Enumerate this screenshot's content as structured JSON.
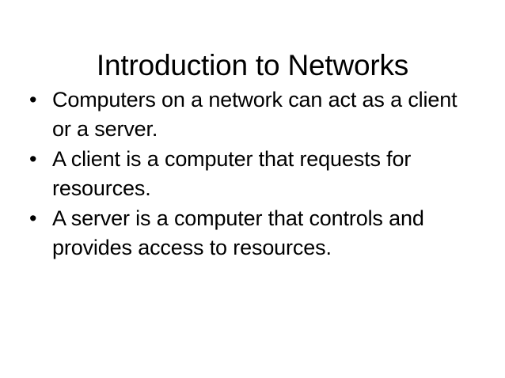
{
  "slide": {
    "title": "Introduction to Networks",
    "background_color": "#ffffff",
    "text_color": "#000000",
    "bullet_glyph": "•",
    "bullets": [
      {
        "text": "Computers on a network can act as a client or a server."
      },
      {
        "text": "A client is a computer that requests for resources."
      },
      {
        "text": "A server is a computer that controls and provides access to resources."
      }
    ]
  }
}
